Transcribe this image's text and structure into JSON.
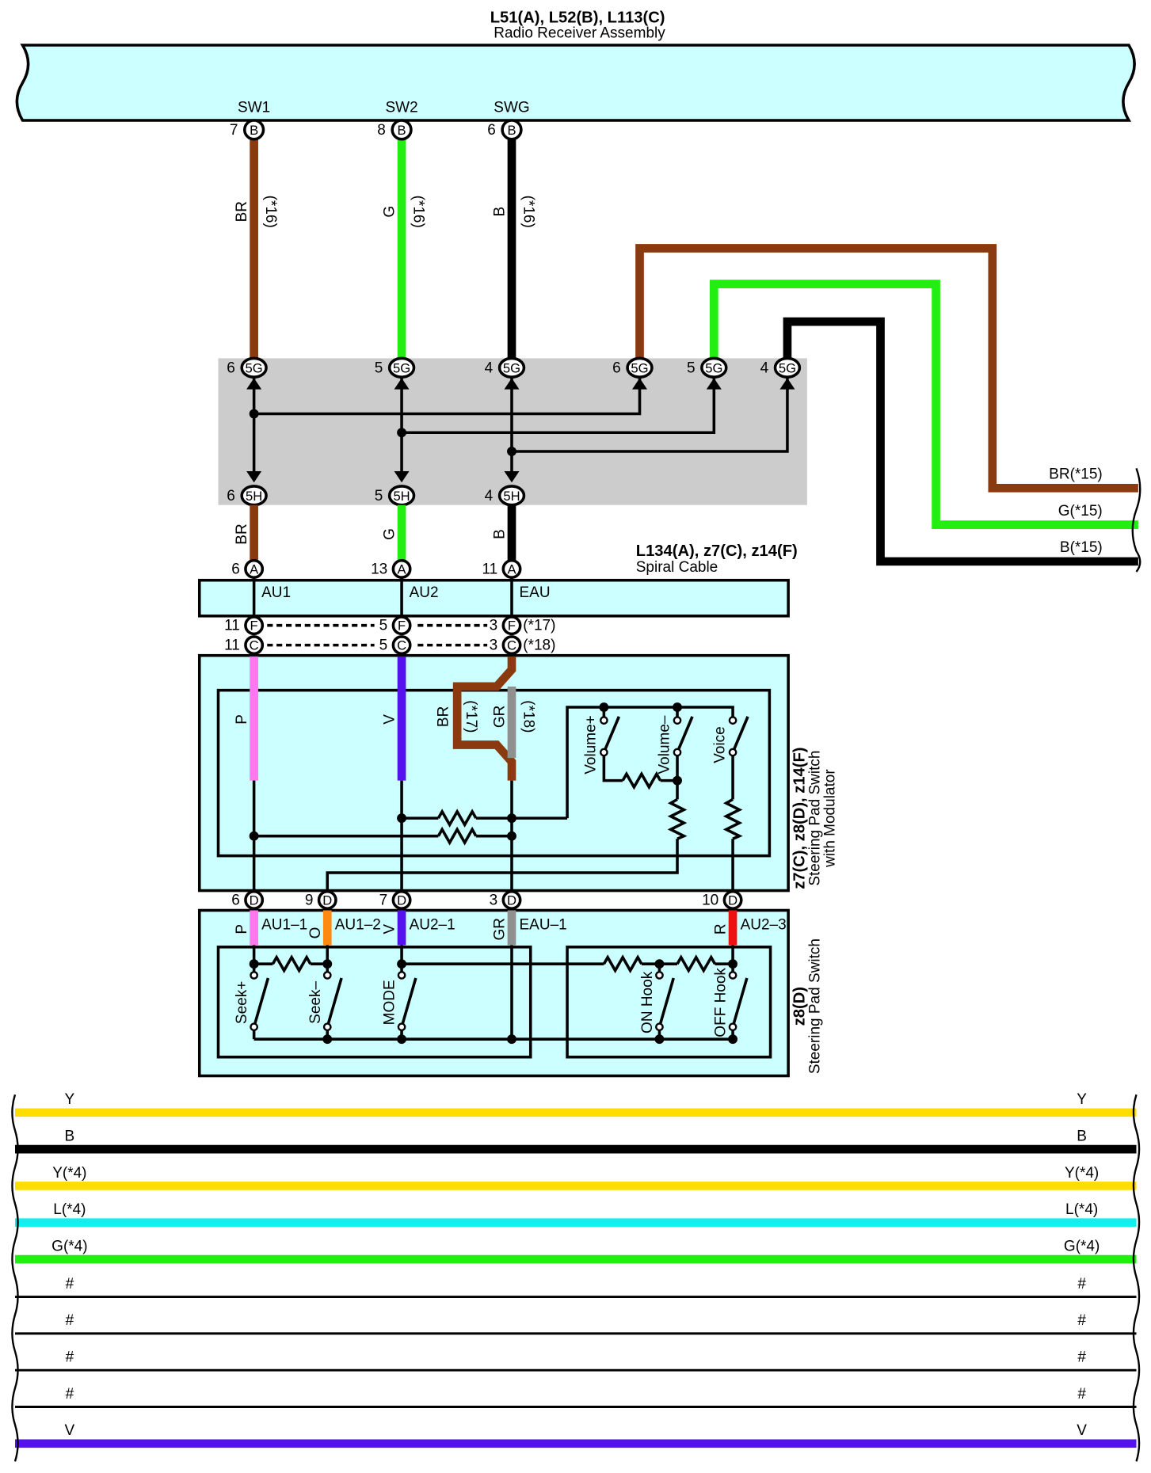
{
  "colors": {
    "BR": "#8b3a0f",
    "G": "#22ee11",
    "B": "#000000",
    "P": "#ff77ee",
    "V": "#5511ee",
    "GR": "#909090",
    "O": "#ff8811",
    "R": "#ee1111",
    "Y": "#ffdd00",
    "L": "#11eeee",
    "box_fill": "#ccffff",
    "junction_fill": "#cccccc"
  },
  "radio": {
    "title": "L51(A), L52(B), L113(C)",
    "subtitle": "Radio Receiver Assembly",
    "terminals": [
      {
        "name": "SW1",
        "pin": "7",
        "conn": "B",
        "wire": "BR",
        "note": "(*16)"
      },
      {
        "name": "SW2",
        "pin": "8",
        "conn": "B",
        "wire": "G",
        "note": "(*16)"
      },
      {
        "name": "SWG",
        "pin": "6",
        "conn": "B",
        "wire": "B",
        "note": "(*16)"
      }
    ]
  },
  "junction": {
    "top": [
      {
        "pin": "6",
        "conn": "5G"
      },
      {
        "pin": "5",
        "conn": "5G"
      },
      {
        "pin": "4",
        "conn": "5G"
      },
      {
        "pin": "6",
        "conn": "5G"
      },
      {
        "pin": "5",
        "conn": "5G"
      },
      {
        "pin": "4",
        "conn": "5G"
      }
    ],
    "bottom": [
      {
        "pin": "6",
        "conn": "5H",
        "wire": "BR"
      },
      {
        "pin": "5",
        "conn": "5H",
        "wire": "G"
      },
      {
        "pin": "4",
        "conn": "5H",
        "wire": "B"
      }
    ]
  },
  "right_wires": [
    "BR(*15)",
    "G(*15)",
    "B(*15)"
  ],
  "spiral": {
    "title": "L134(A), z7(C), z14(F)",
    "subtitle": "Spiral Cable",
    "pins": [
      {
        "pin": "6",
        "conn": "A",
        "label": "AU1"
      },
      {
        "pin": "13",
        "conn": "A",
        "label": "AU2"
      },
      {
        "pin": "11",
        "conn": "A",
        "label": "EAU"
      }
    ],
    "row_f": {
      "pins": [
        "11",
        "5",
        "3"
      ],
      "conn": "F",
      "note": "(*17)"
    },
    "row_c": {
      "pins": [
        "11",
        "5",
        "3"
      ],
      "conn": "C",
      "note": "(*18)"
    }
  },
  "modulator": {
    "title": "z7(C), z8(D), z14(F)",
    "line2": "Steering Pad Switch",
    "line3": "with Modulator",
    "wires": [
      "P",
      "V",
      "BR",
      "GR"
    ],
    "notes": [
      "(*17)",
      "(*18)"
    ],
    "switches": [
      "Volume+",
      "Volume–",
      "Voice"
    ],
    "pins": [
      {
        "pin": "6",
        "conn": "D"
      },
      {
        "pin": "9",
        "conn": "D"
      },
      {
        "pin": "7",
        "conn": "D"
      },
      {
        "pin": "3",
        "conn": "D"
      },
      {
        "pin": "10",
        "conn": "D"
      }
    ]
  },
  "pad": {
    "title": "z8(D)",
    "subtitle": "Steering Pad Switch",
    "wires": [
      "P",
      "O",
      "V",
      "GR",
      "R"
    ],
    "terminals": [
      "AU1–1",
      "AU1–2",
      "AU2–1",
      "EAU–1",
      "AU2–3"
    ],
    "switches": [
      "Seek+",
      "Seek–",
      "MODE",
      "ON Hook",
      "OFF Hook"
    ]
  },
  "bus": [
    {
      "label": "Y",
      "color": "Y"
    },
    {
      "label": "B",
      "color": "B"
    },
    {
      "label": "Y(*4)",
      "color": "Y"
    },
    {
      "label": "L(*4)",
      "color": "L"
    },
    {
      "label": "G(*4)",
      "color": "G"
    },
    {
      "label": "#",
      "color": "B"
    },
    {
      "label": "#",
      "color": "B"
    },
    {
      "label": "#",
      "color": "B"
    },
    {
      "label": "#",
      "color": "B"
    },
    {
      "label": "V",
      "color": "V"
    }
  ]
}
